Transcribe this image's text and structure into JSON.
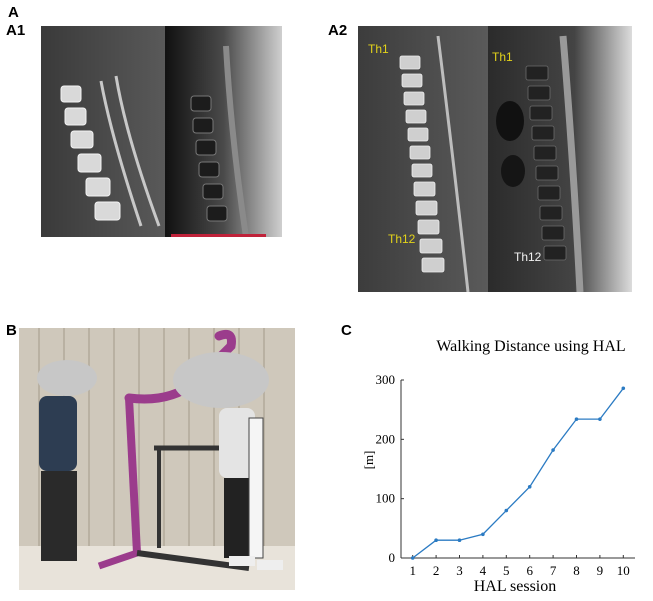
{
  "figure": {
    "label_A": "A",
    "label_A1": "A1",
    "label_A2": "A2",
    "label_B": "B",
    "label_C": "C"
  },
  "panel_a2": {
    "th1_left": "Th1",
    "th12_left": "Th12",
    "th1_right": "Th1",
    "th12_right": "Th12"
  },
  "colors": {
    "series": "#2b7bc3",
    "label_yellow": "#e3d31a",
    "hal_frame": "#9b3c8c"
  },
  "chart_data": {
    "type": "line",
    "title": "Walking Distance using HAL",
    "xlabel": "HAL session",
    "ylabel": "[m]",
    "x": [
      1,
      2,
      3,
      4,
      5,
      6,
      7,
      8,
      9,
      10
    ],
    "y": [
      0,
      30,
      30,
      40,
      80,
      120,
      182,
      234,
      234,
      286
    ],
    "xlim": [
      0.5,
      10.5
    ],
    "ylim": [
      0,
      300
    ],
    "xticks": [
      1,
      2,
      3,
      4,
      5,
      6,
      7,
      8,
      9,
      10
    ],
    "yticks": [
      0,
      100,
      200,
      300
    ],
    "grid": false
  }
}
